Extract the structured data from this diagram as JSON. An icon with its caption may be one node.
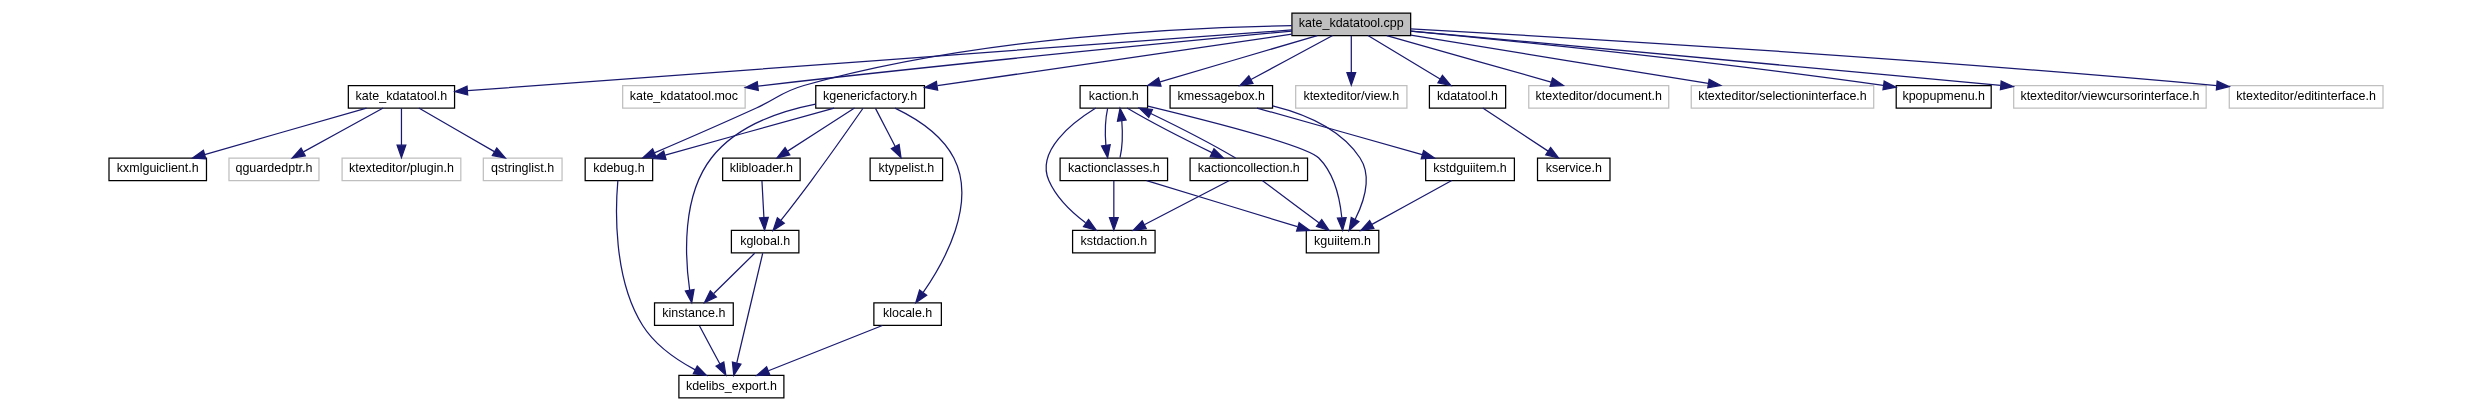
{
  "diagram": {
    "nodes": [
      {
        "text": [
          "kate_kdatatool.cpp"
        ]
      },
      {
        "text": [
          "kate_kdatatool.h"
        ]
      },
      {
        "text": [
          "kate_kdatatool.moc"
        ]
      },
      {
        "text": [
          "kgenericfactory.h"
        ]
      },
      {
        "text": [
          "kaction.h"
        ]
      },
      {
        "text": [
          "kmessagebox.h"
        ]
      },
      {
        "text": [
          "ktexteditor/view.h"
        ]
      },
      {
        "text": [
          "kdatatool.h"
        ]
      },
      {
        "text": [
          "ktexteditor/document.h"
        ]
      },
      {
        "text": [
          "ktexteditor/selectioninterface.h"
        ]
      },
      {
        "text": [
          "kpopupmenu.h"
        ]
      },
      {
        "text": [
          "ktexteditor/viewcursorinterface.h"
        ]
      },
      {
        "text": [
          "ktexteditor/editinterface.h"
        ]
      },
      {
        "text": [
          "qguardedptr.h"
        ]
      },
      {
        "text": [
          "ktexteditor/plugin.h"
        ]
      },
      {
        "text": [
          "qstringlist.h"
        ]
      },
      {
        "text": [
          "kxmlguiclient.h"
        ]
      },
      {
        "text": [
          "klibloader.h"
        ]
      },
      {
        "text": [
          "ktypelist.h"
        ]
      },
      {
        "text": [
          "kdebug.h"
        ]
      },
      {
        "text": [
          "kactioncollection.h"
        ]
      },
      {
        "text": [
          "kactionclasses.h"
        ]
      },
      {
        "text": [
          "kstdguiitem.h"
        ]
      },
      {
        "text": [
          "kservice.h"
        ]
      },
      {
        "text": [
          "kglobal.h"
        ]
      },
      {
        "text": [
          "kstdaction.h"
        ]
      },
      {
        "text": [
          "kguiitem.h"
        ]
      },
      {
        "text": [
          "kinstance.h"
        ]
      },
      {
        "text": [
          "klocale.h"
        ]
      },
      {
        "text": [
          "kdelibs_export.h"
        ]
      }
    ],
    "edges": [
      {
        "from": 0,
        "to": 1,
        "arrow": "to"
      },
      {
        "from": 0,
        "to": 2,
        "arrow": "to"
      },
      {
        "from": 0,
        "to": 3,
        "arrow": "to"
      },
      {
        "from": 0,
        "to": 19,
        "arrow": "to"
      },
      {
        "from": 0,
        "to": 4,
        "arrow": "to"
      },
      {
        "from": 0,
        "to": 5,
        "arrow": "to"
      },
      {
        "from": 0,
        "to": 6,
        "arrow": "to"
      },
      {
        "from": 0,
        "to": 7,
        "arrow": "to"
      },
      {
        "from": 0,
        "to": 8,
        "arrow": "to"
      },
      {
        "from": 0,
        "to": 9,
        "arrow": "to"
      },
      {
        "from": 0,
        "to": 10,
        "arrow": "to"
      },
      {
        "from": 0,
        "to": 11,
        "arrow": "to"
      },
      {
        "from": 0,
        "to": 12,
        "arrow": "to"
      },
      {
        "from": 1,
        "to": 13,
        "arrow": "to"
      },
      {
        "from": 1,
        "to": 14,
        "arrow": "to"
      },
      {
        "from": 1,
        "to": 15,
        "arrow": "to"
      },
      {
        "from": 1,
        "to": 16,
        "arrow": "to"
      },
      {
        "from": 3,
        "to": 27,
        "arrow": "to"
      },
      {
        "from": 3,
        "to": 17,
        "arrow": "to"
      },
      {
        "from": 3,
        "to": 24,
        "arrow": "to"
      },
      {
        "from": 3,
        "to": 18,
        "arrow": "to"
      },
      {
        "from": 3,
        "to": 28,
        "arrow": "to"
      },
      {
        "from": 3,
        "to": 19,
        "arrow": "to"
      },
      {
        "from": 17,
        "to": 24,
        "arrow": "to"
      },
      {
        "from": 24,
        "to": 27,
        "arrow": "to"
      },
      {
        "from": 24,
        "to": 29,
        "arrow": "to"
      },
      {
        "from": 27,
        "to": 29,
        "arrow": "to"
      },
      {
        "from": 28,
        "to": 29,
        "arrow": "to"
      },
      {
        "from": 19,
        "to": 29,
        "arrow": "to"
      },
      {
        "from": 4,
        "to": 25,
        "arrow": "to"
      },
      {
        "from": 4,
        "to": 20,
        "arrow": "to"
      },
      {
        "from": 4,
        "to": 21,
        "arrow": "to"
      },
      {
        "from": 4,
        "to": 26,
        "arrow": "to"
      },
      {
        "from": 20,
        "to": 4,
        "arrow": "to"
      },
      {
        "from": 20,
        "to": 25,
        "arrow": "to"
      },
      {
        "from": 20,
        "to": 26,
        "arrow": "to"
      },
      {
        "from": 21,
        "to": 4,
        "arrow": "to"
      },
      {
        "from": 21,
        "to": 25,
        "arrow": "to"
      },
      {
        "from": 21,
        "to": 26,
        "arrow": "to"
      },
      {
        "from": 5,
        "to": 26,
        "arrow": "to"
      },
      {
        "from": 5,
        "to": 22,
        "arrow": "to"
      },
      {
        "from": 22,
        "to": 26,
        "arrow": "to"
      },
      {
        "from": 7,
        "to": 23,
        "arrow": "to"
      }
    ]
  }
}
